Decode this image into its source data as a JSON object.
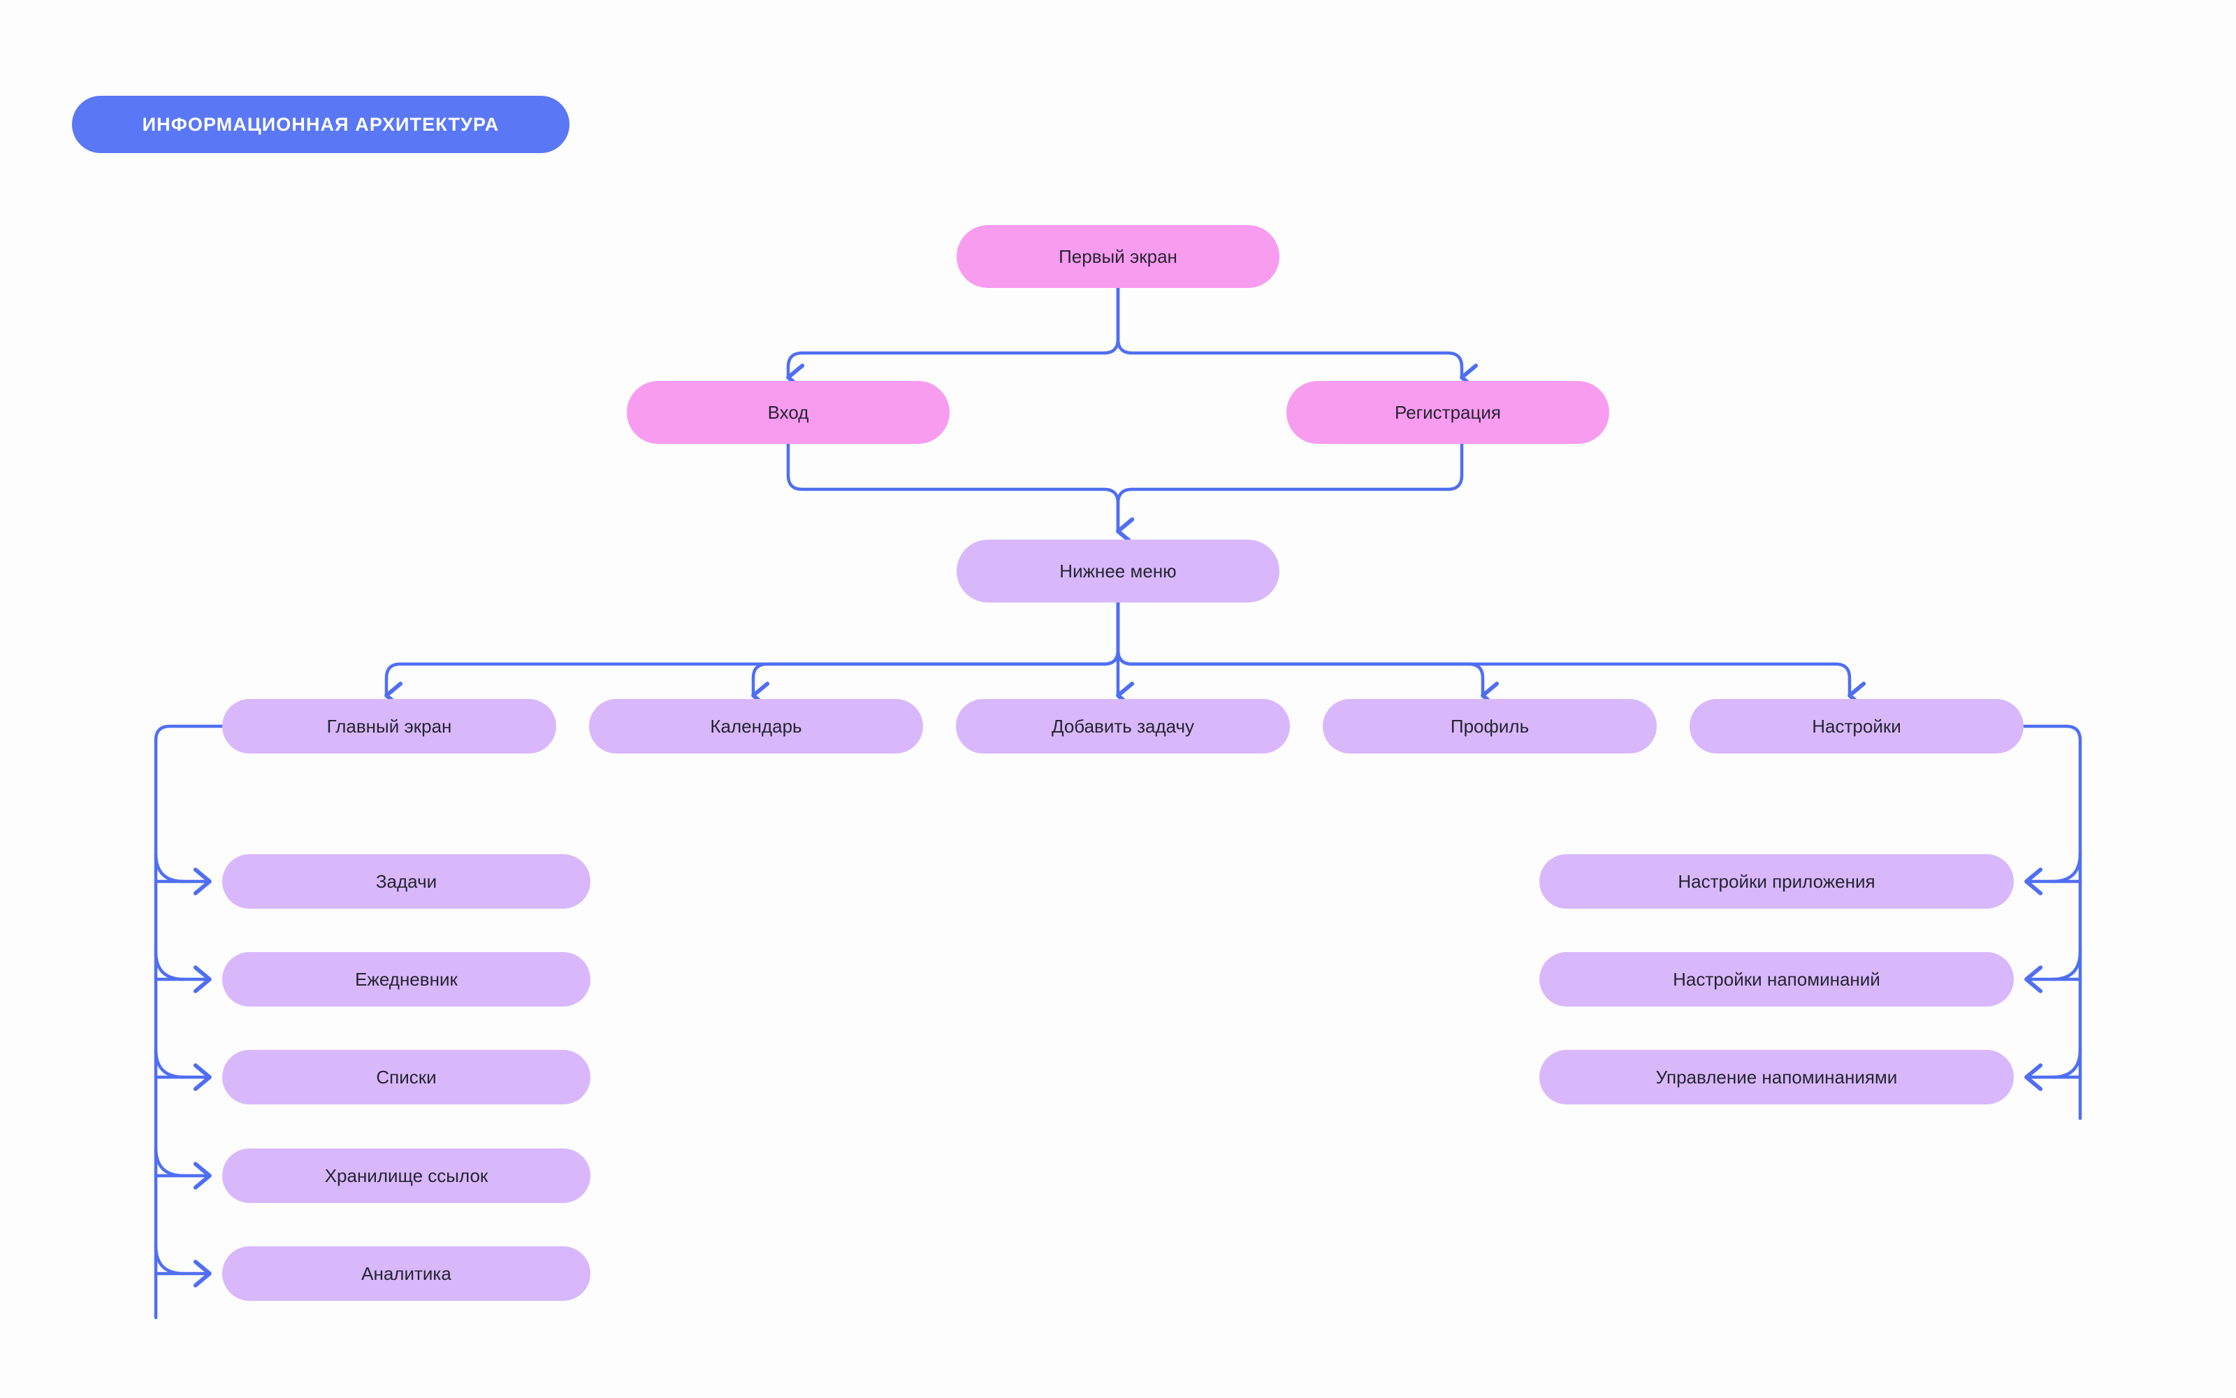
{
  "page": {
    "background_color": "#fdfdfe",
    "title_badge": {
      "text": "ИНФОРМАЦИОННАЯ АРХИТЕКТУРА",
      "background_color": "#5a78f5",
      "text_color": "#ffffff"
    }
  },
  "palette": {
    "pink": "#f89cf0",
    "purple": "#d8b8fb",
    "connector": "#4f6ef2",
    "node_text": "#262431"
  },
  "diagram": {
    "type": "flowchart",
    "orientation": "top-down",
    "nodes": {
      "root": {
        "label": "Первый экран",
        "color": "pink"
      },
      "login": {
        "label": "Вход",
        "color": "pink"
      },
      "register": {
        "label": "Регистрация",
        "color": "pink"
      },
      "bottom_menu": {
        "label": "Нижнее меню",
        "color": "purple"
      },
      "menu": [
        {
          "label": "Главный экран",
          "color": "purple"
        },
        {
          "label": "Календарь",
          "color": "purple"
        },
        {
          "label": "Добавить задачу",
          "color": "purple"
        },
        {
          "label": "Профиль",
          "color": "purple"
        },
        {
          "label": "Настройки",
          "color": "purple"
        }
      ],
      "home_children": [
        {
          "label": "Задачи",
          "color": "purple"
        },
        {
          "label": "Ежедневник",
          "color": "purple"
        },
        {
          "label": "Списки",
          "color": "purple"
        },
        {
          "label": "Хранилище ссылок",
          "color": "purple"
        },
        {
          "label": "Аналитика",
          "color": "purple"
        }
      ],
      "settings_children": [
        {
          "label": "Настройки приложения",
          "color": "purple"
        },
        {
          "label": "Настройки напоминаний",
          "color": "purple"
        },
        {
          "label": "Управление напоминаниями",
          "color": "purple"
        }
      ]
    },
    "edges": [
      {
        "from": "Первый экран",
        "to": "Вход"
      },
      {
        "from": "Первый экран",
        "to": "Регистрация"
      },
      {
        "from": "Вход",
        "to": "Нижнее меню"
      },
      {
        "from": "Регистрация",
        "to": "Нижнее меню"
      },
      {
        "from": "Нижнее меню",
        "to": "Главный экран"
      },
      {
        "from": "Нижнее меню",
        "to": "Календарь"
      },
      {
        "from": "Нижнее меню",
        "to": "Добавить задачу"
      },
      {
        "from": "Нижнее меню",
        "to": "Профиль"
      },
      {
        "from": "Нижнее меню",
        "to": "Настройки"
      },
      {
        "from": "Главный экран",
        "to": "Задачи"
      },
      {
        "from": "Главный экран",
        "to": "Ежедневник"
      },
      {
        "from": "Главный экран",
        "to": "Списки"
      },
      {
        "from": "Главный экран",
        "to": "Хранилище ссылок"
      },
      {
        "from": "Главный экран",
        "to": "Аналитика"
      },
      {
        "from": "Настройки",
        "to": "Настройки приложения"
      },
      {
        "from": "Настройки",
        "to": "Настройки напоминаний"
      },
      {
        "from": "Настройки",
        "to": "Управление напоминаниями"
      }
    ]
  }
}
